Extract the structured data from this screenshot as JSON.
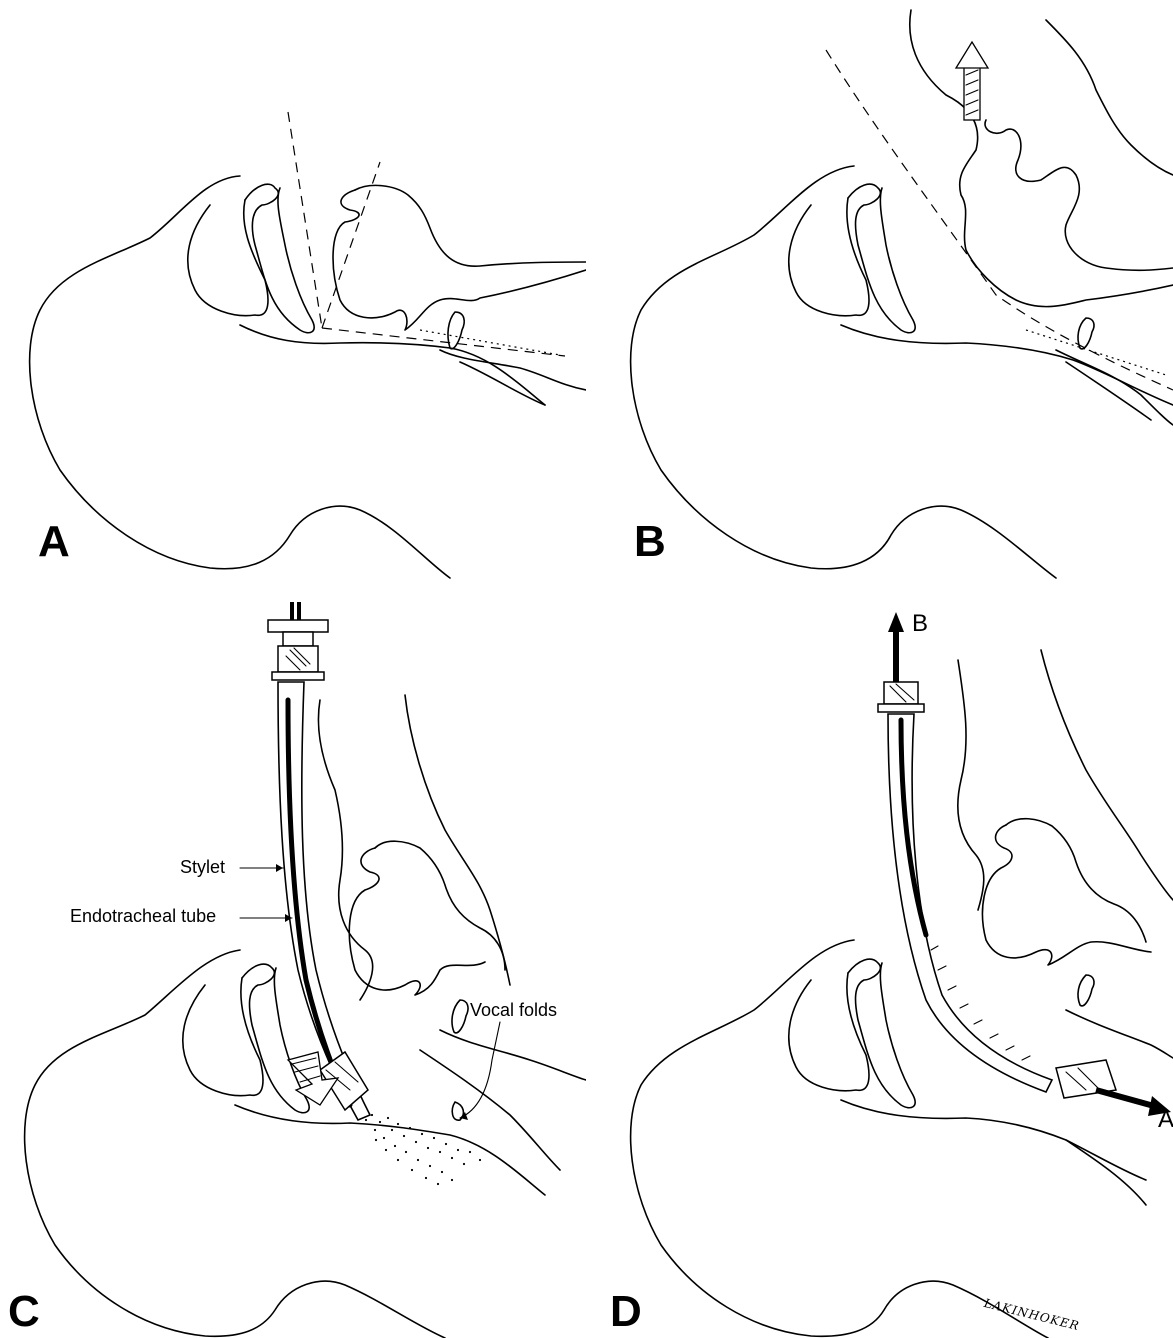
{
  "figure": {
    "panels": [
      {
        "letter": "A"
      },
      {
        "letter": "B"
      },
      {
        "letter": "C"
      },
      {
        "letter": "D"
      }
    ],
    "labels": {
      "stylet": "Stylet",
      "endotracheal_tube": "Endotracheal tube",
      "vocal_folds": "Vocal folds",
      "arrow_b": "B",
      "arrow_a": "A"
    },
    "signature": "LAKINHOKER"
  }
}
